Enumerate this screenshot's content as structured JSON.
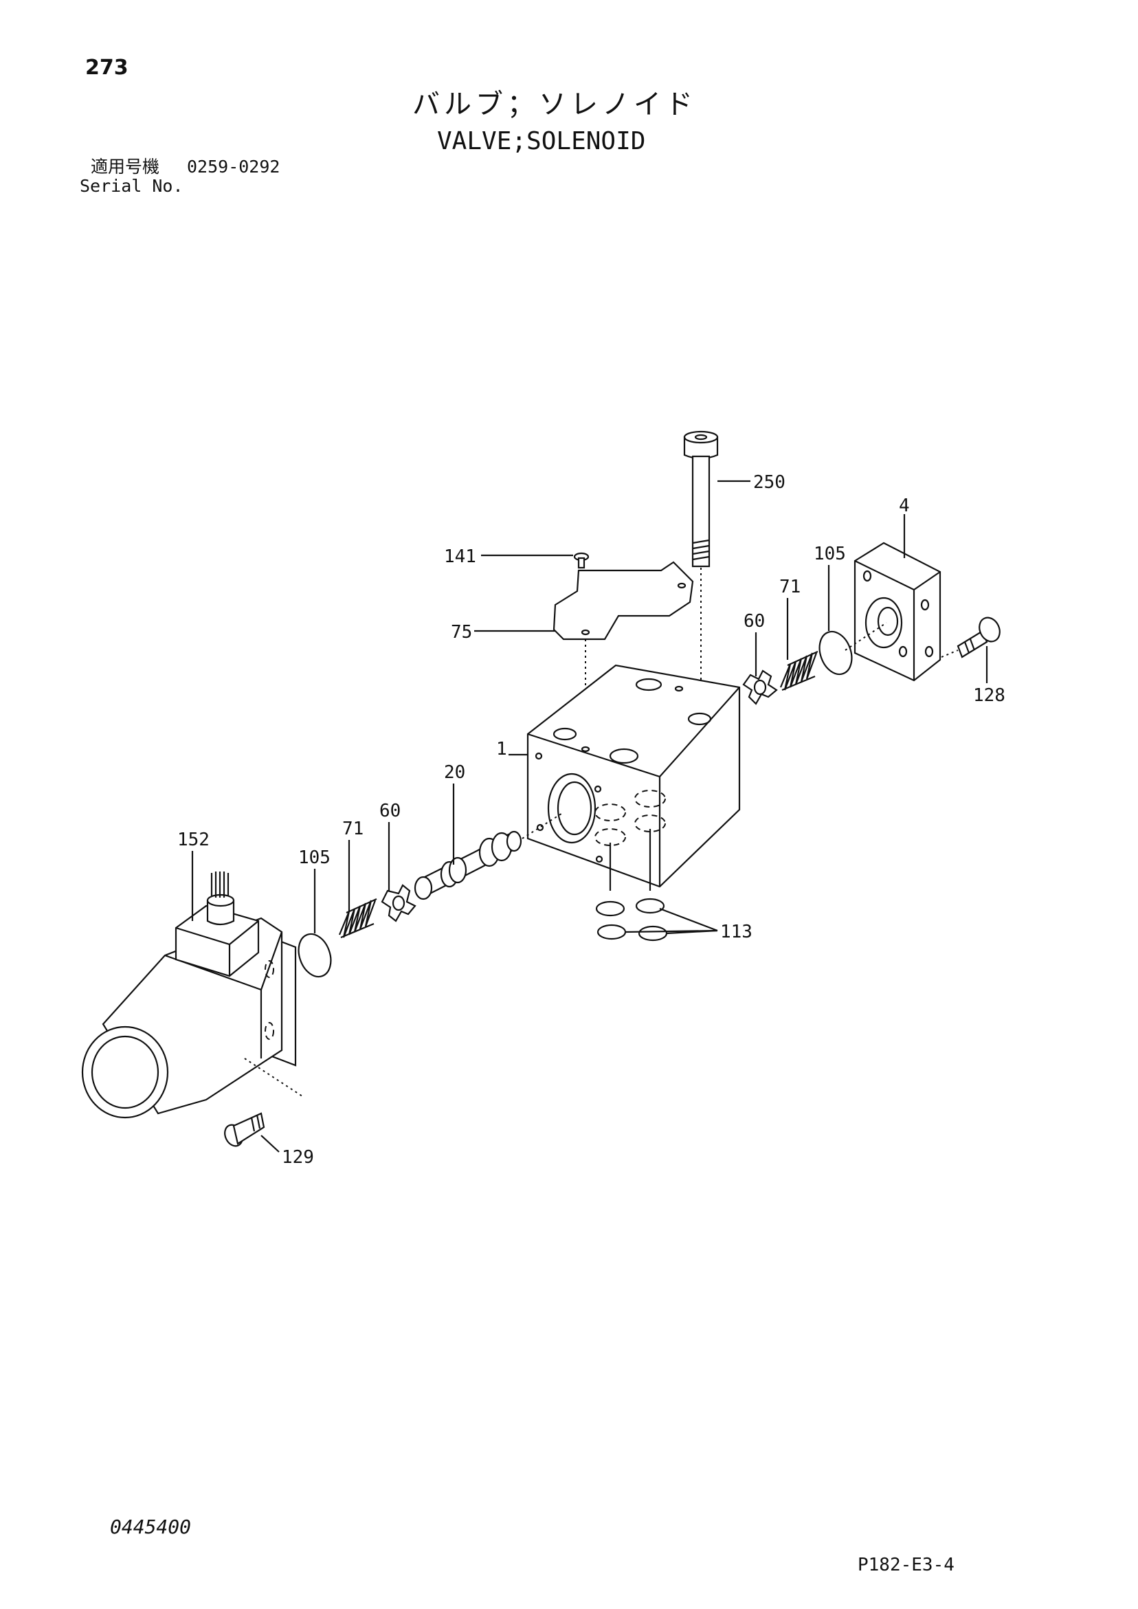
{
  "page": {
    "number": "273",
    "title_jp": "バルブ；ソレノイド",
    "title_en": "VALVE;SOLENOID",
    "serial_label_jp": "適用号機",
    "serial_range": "0259-0292",
    "serial_label_en": "Serial No.",
    "footer_left": "0445400",
    "footer_right": "P182-E3-4"
  },
  "callouts": {
    "c250": "250",
    "c141": "141",
    "c75": "75",
    "c4": "4",
    "c105_right": "105",
    "c71_right": "71",
    "c60_right": "60",
    "c128": "128",
    "c1": "1",
    "c20": "20",
    "c60_left": "60",
    "c71_left": "71",
    "c105_left": "105",
    "c152": "152",
    "c113": "113",
    "c129": "129"
  }
}
